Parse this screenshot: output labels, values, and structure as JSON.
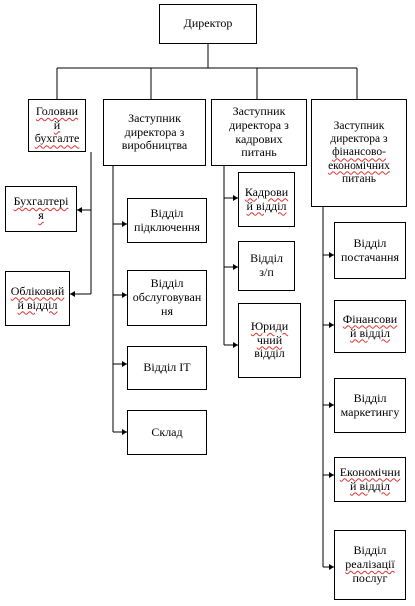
{
  "director": "Директор",
  "chief_accountant": [
    "Головни",
    "й",
    "бухгалте"
  ],
  "deputy_production": [
    "Заступник",
    "директора з",
    "виробництва"
  ],
  "deputy_hr": [
    "Заступник",
    "директора з",
    "кадрових",
    "питань"
  ],
  "deputy_finance": [
    "Заступник",
    "директора з",
    "фінансово-",
    "економічних",
    "питань"
  ],
  "accounting": [
    "Бухгалтері",
    "я"
  ],
  "records": [
    "Обліковий",
    "й відділ"
  ],
  "connection": [
    "Відділ",
    "підключення"
  ],
  "service": [
    "Відділ",
    "обслуговуван",
    "ня"
  ],
  "it": [
    "Відділ ІТ"
  ],
  "warehouse": [
    "Склад"
  ],
  "hr_dept": [
    "Кадрови",
    "й відділ"
  ],
  "payroll": [
    "Відділ",
    "з/п"
  ],
  "legal": [
    "Юриди",
    "чний",
    "відділ"
  ],
  "supply": [
    "Відділ",
    "постачання"
  ],
  "finance_dept": [
    "Фінансови",
    "й відділ"
  ],
  "marketing": [
    "Відділ",
    "маркетингу"
  ],
  "economic": [
    "Економічни",
    "й відділ"
  ],
  "sales": [
    "Відділ",
    "реалізації",
    "послуг"
  ]
}
